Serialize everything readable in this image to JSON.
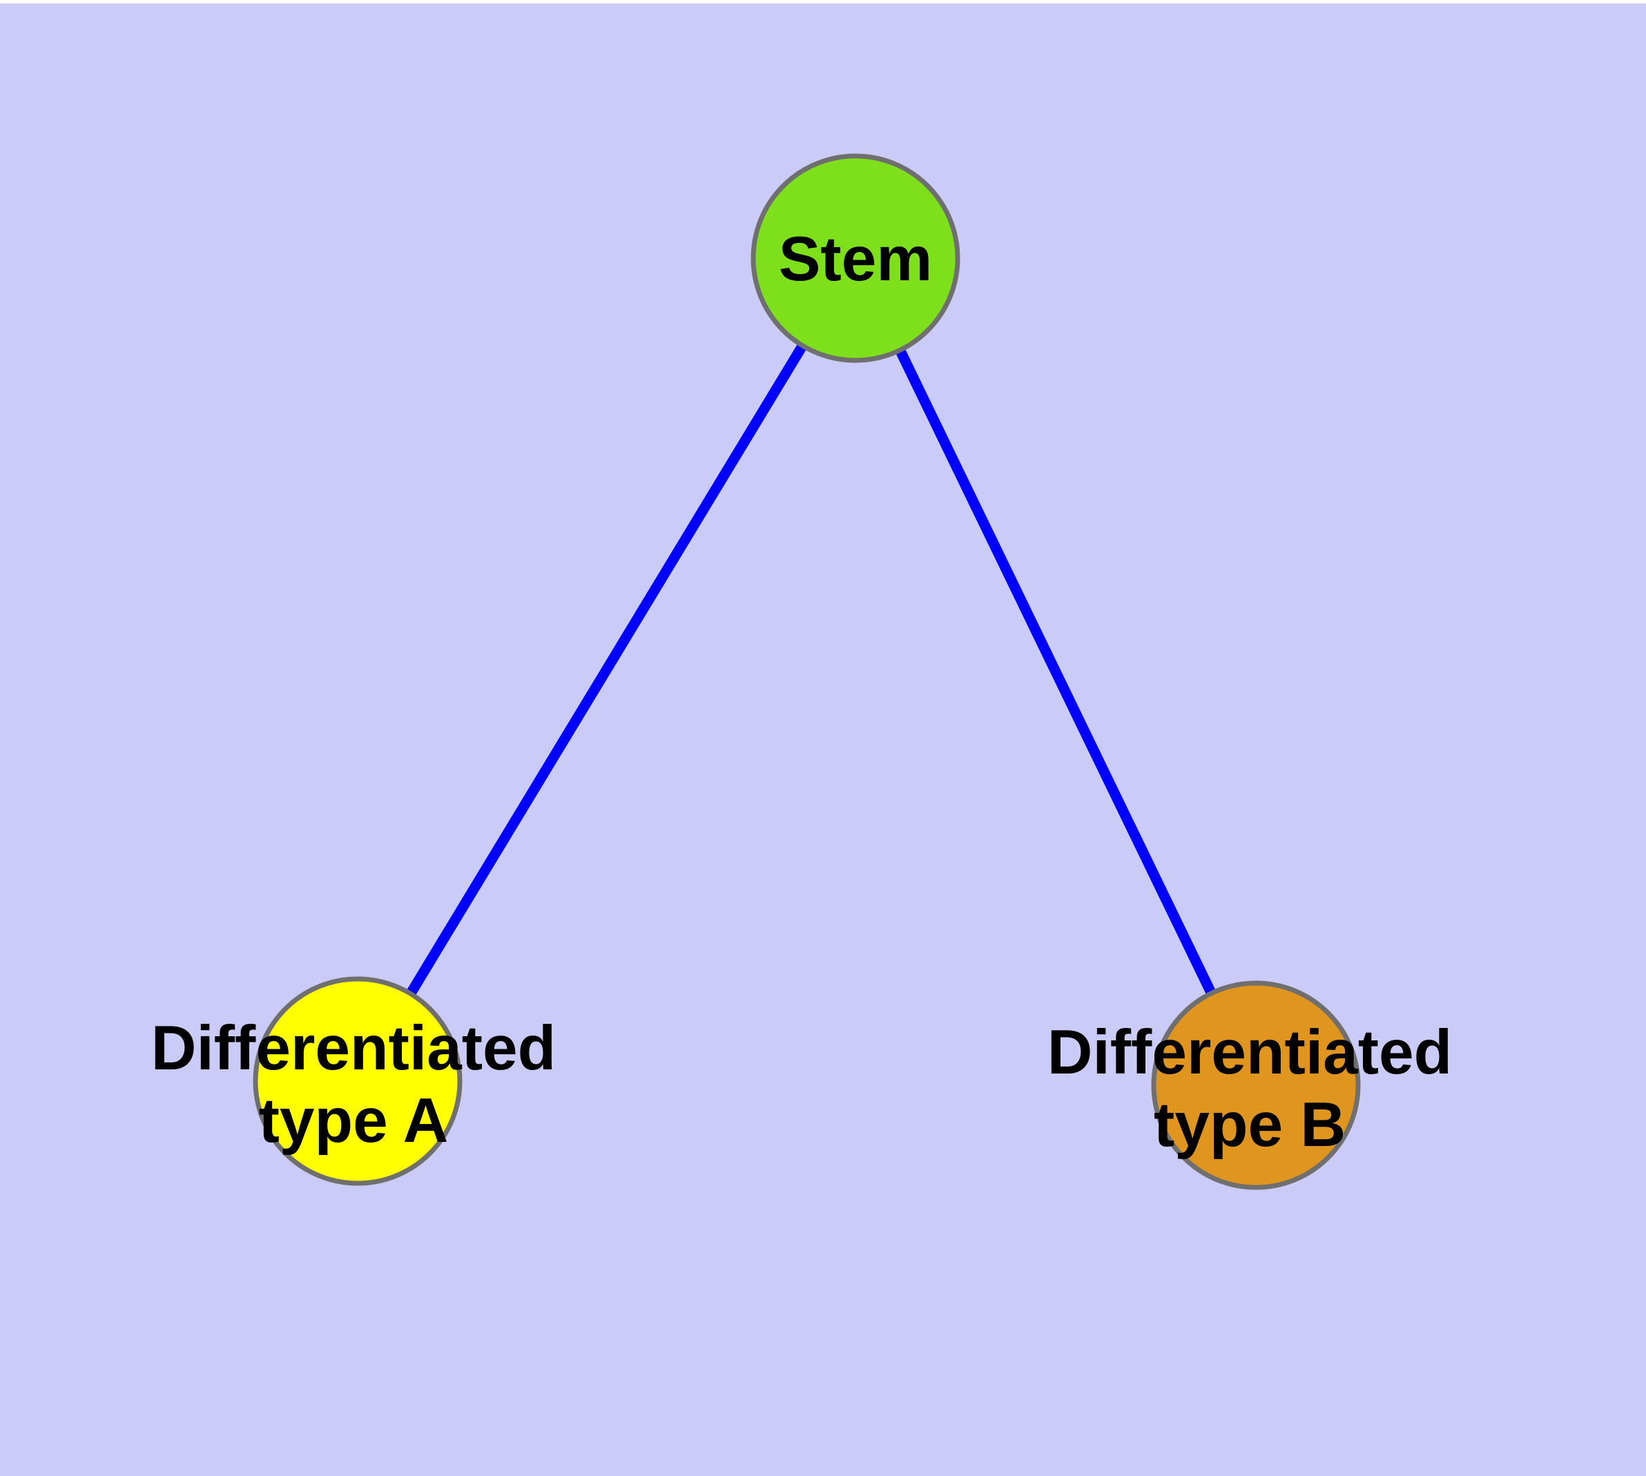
{
  "figure": {
    "type": "graph-diagram",
    "description": "Cell differentiation graph: one stem node linked to two differentiated cell-type nodes",
    "background_color": "#cbcbf8",
    "top_strip_color": "#ffffff",
    "edge_color": "#0000ff",
    "node_border_color": "#6f6f6f",
    "label_color": "#000000",
    "nodes": [
      {
        "id": "stem",
        "label": "Stem",
        "label_lines": [
          "Stem"
        ],
        "fill": "#7de01a"
      },
      {
        "id": "differentiated-type-a",
        "label": "Differentiated type A",
        "label_lines": [
          "Differentiated",
          "type A"
        ],
        "fill": "#ffff00"
      },
      {
        "id": "differentiated-type-b",
        "label": "Differentiated type B",
        "label_lines": [
          "Differentiated",
          "type B"
        ],
        "fill": "#e0951e"
      }
    ],
    "edges": [
      {
        "from": "Stem",
        "to": "Differentiated type A"
      },
      {
        "from": "Stem",
        "to": "Differentiated type B"
      }
    ]
  }
}
